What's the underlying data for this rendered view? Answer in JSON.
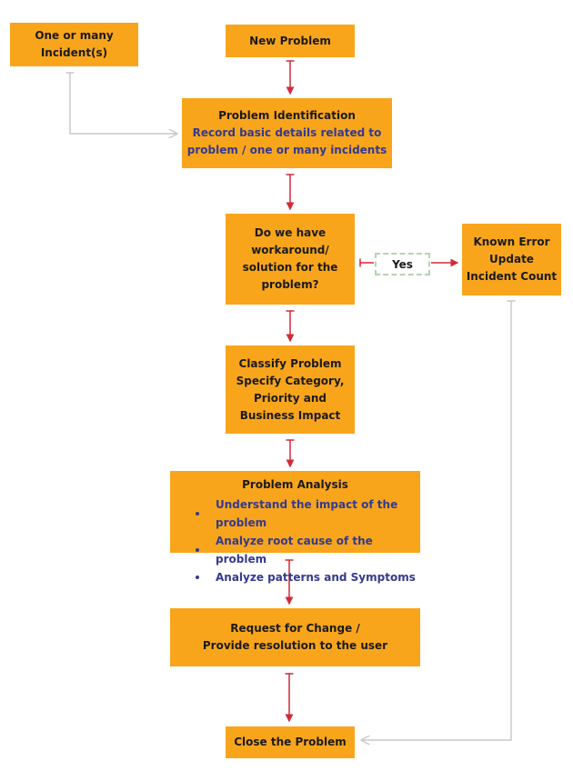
{
  "colors": {
    "box_fill": "#F9A51C",
    "black_text": "#1B1B1B",
    "navy_text": "#333A8F",
    "arrow_red": "#CF2B38",
    "arrow_gray": "#C9C9C9",
    "yes_border": "#B5D4B1"
  },
  "nodes": {
    "incidents": {
      "lines": [
        "One or many",
        "Incident(s)"
      ]
    },
    "new_problem": {
      "label": "New Problem"
    },
    "identification": {
      "title": "Problem Identification",
      "subtitle_lines": [
        "Record basic details related to",
        "problem / one or many incidents"
      ]
    },
    "workaround": {
      "lines": [
        "Do we have",
        "workaround/",
        "solution for the",
        "problem?"
      ]
    },
    "yes_label": "Yes",
    "known_error": {
      "lines": [
        "Known Error",
        "Update",
        "Incident Count"
      ]
    },
    "classify": {
      "lines": [
        "Classify Problem",
        "Specify Category,",
        "Priority and",
        "Business Impact"
      ]
    },
    "analysis": {
      "title": "Problem Analysis",
      "bullets": [
        "Understand the impact of the problem",
        "Analyze root cause of the problem",
        "Analyze patterns and Symptoms"
      ]
    },
    "rfc": {
      "lines": [
        "Request for Change /",
        "Provide resolution to the user"
      ]
    },
    "close": {
      "label": "Close the Problem"
    }
  }
}
